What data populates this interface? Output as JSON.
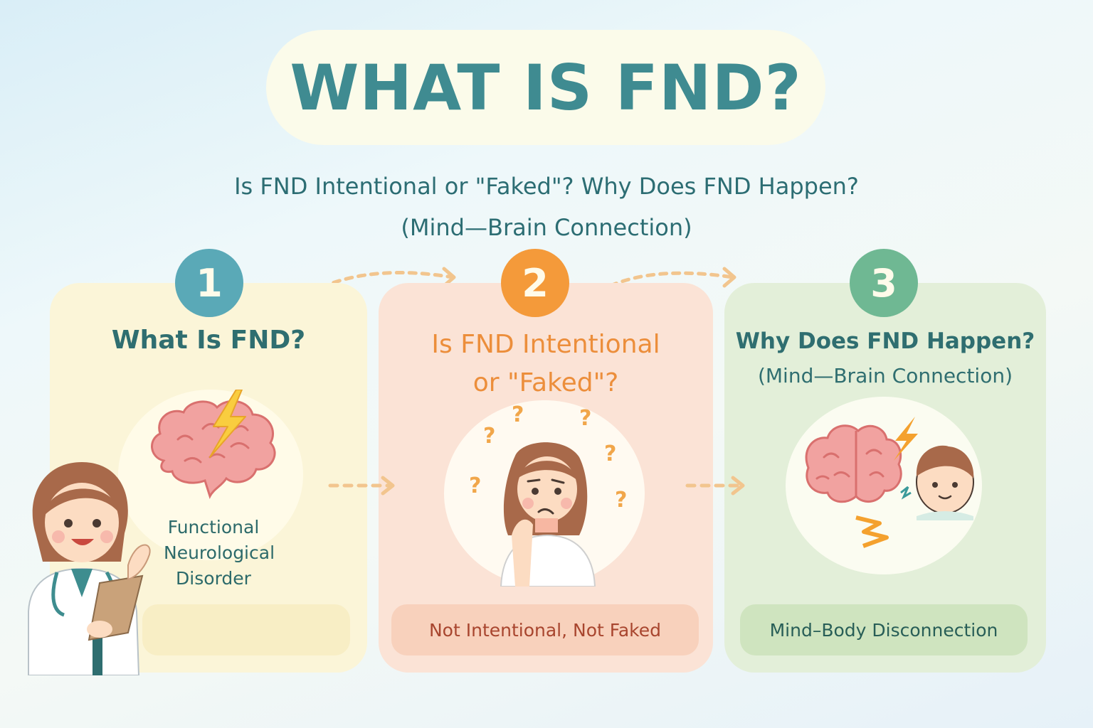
{
  "header": {
    "title": "WHAT IS FND?",
    "subtitle_line1": "Is FND Intentional or \"Faked\"? Why Does FND Happen?",
    "subtitle_line2": "(Mind—Brain Connection)"
  },
  "steps": [
    {
      "number": "1",
      "title": "What Is FND?",
      "description_lines": [
        "Functional",
        "Neurological",
        "Disorder"
      ],
      "result": "",
      "color": "#5aa9b7",
      "icon": "brain-lightning-icon"
    },
    {
      "number": "2",
      "title_line1": "Is FND Intentional",
      "title_line2": "or \"Faked\"?",
      "result": "Not Intentional, Not Faked",
      "color": "#f49a3a",
      "icon": "confused-person-icon"
    },
    {
      "number": "3",
      "title": "Why Does FND Happen?",
      "subtitle": "(Mind—Brain Connection)",
      "result": "Mind–Body Disconnection",
      "color": "#6fb893",
      "icon": "brain-body-disconnect-icon"
    }
  ],
  "colors": {
    "title_teal": "#3f8b91",
    "step1_card": "#fbf5d8",
    "step2_card": "#fbe3d6",
    "step3_card": "#e3efd9",
    "arrow": "#f2c58e"
  },
  "illustrations": {
    "doctor": "doctor-with-clipboard-icon"
  }
}
